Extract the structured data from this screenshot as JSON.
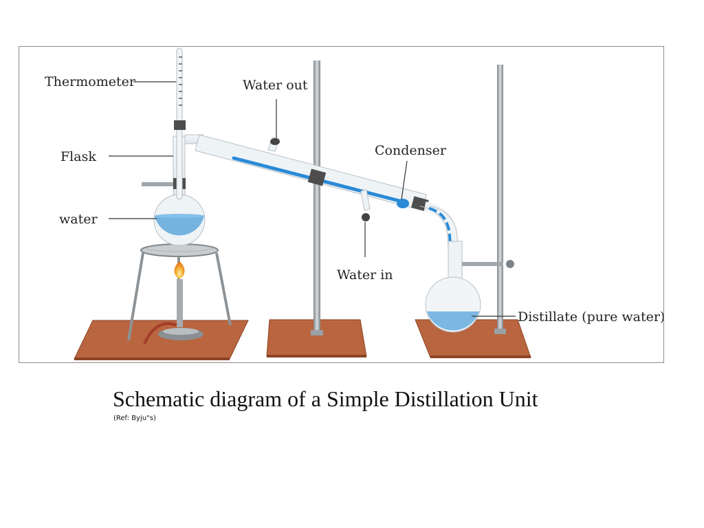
{
  "diagram": {
    "labels": {
      "thermometer": "Thermometer",
      "flask": "Flask",
      "water": "water",
      "water_out": "Water out",
      "condenser": "Condenser",
      "water_in": "Water in",
      "distillate": "Distillate (pure water)"
    },
    "colors": {
      "water": "#5fa7dc",
      "condenser_stream": "#2a8ad6",
      "base": "#b9653f",
      "flame": "#f5a623",
      "rod": "#a0a6ab",
      "clamp": "#555555"
    }
  },
  "caption": {
    "title": "Schematic diagram of a Simple Distillation Unit",
    "ref": "(Ref: Byju\"s)"
  }
}
